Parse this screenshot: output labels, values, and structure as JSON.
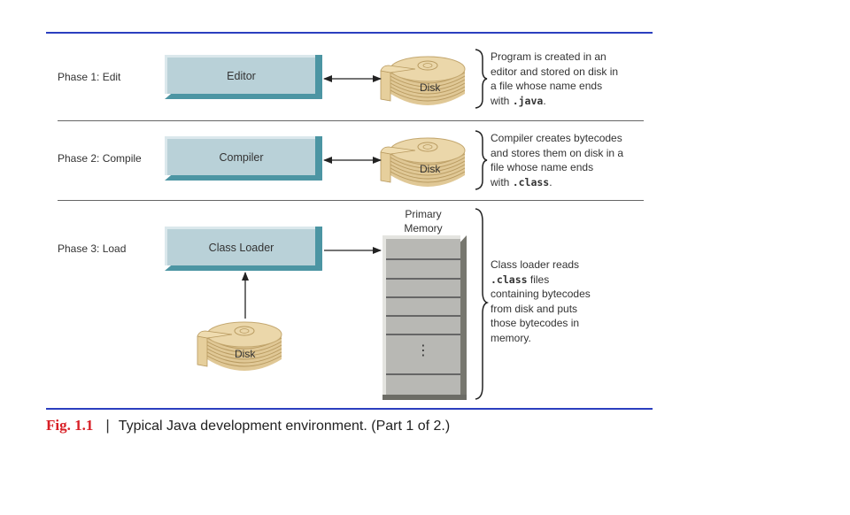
{
  "phases": [
    {
      "label": "Phase 1: Edit",
      "tool": "Editor",
      "storage": "Disk",
      "arrow": "bidirectional",
      "description": {
        "lines": [
          "Program is created in an",
          "editor and stored on disk in",
          "a file whose name ends"
        ],
        "last_prefix": "with ",
        "code": ".java",
        "last_suffix": "."
      }
    },
    {
      "label": "Phase 2: Compile",
      "tool": "Compiler",
      "storage": "Disk",
      "arrow": "bidirectional",
      "description": {
        "lines": [
          "Compiler creates bytecodes",
          "and stores them on disk in a",
          "file whose name ends"
        ],
        "last_prefix": "with ",
        "code": ".class",
        "last_suffix": "."
      }
    },
    {
      "label": "Phase 3: Load",
      "tool": "Class Loader",
      "storage": "Disk",
      "memory": {
        "title_line1": "Primary",
        "title_line2": "Memory",
        "ellipsis": "⋮"
      },
      "description": {
        "line1": "Class loader reads",
        "code": ".class",
        "line2_suffix": " files",
        "lines_after": [
          "containing bytecodes",
          "from disk and puts",
          "those bytecodes in",
          "memory."
        ]
      }
    }
  ],
  "caption": {
    "fig_label": "Fig. 1.1",
    "separator": "|",
    "text": "Typical Java development environment. (Part 1 of 2.)"
  },
  "colors": {
    "rule_blue": "#2b3fbf",
    "box_face": "#b9d1d8",
    "box_shadow": "#4c95a3",
    "disk_tan": "#e0c896",
    "memory_gray": "#b8b8b4",
    "fig_red": "#d81f26"
  }
}
